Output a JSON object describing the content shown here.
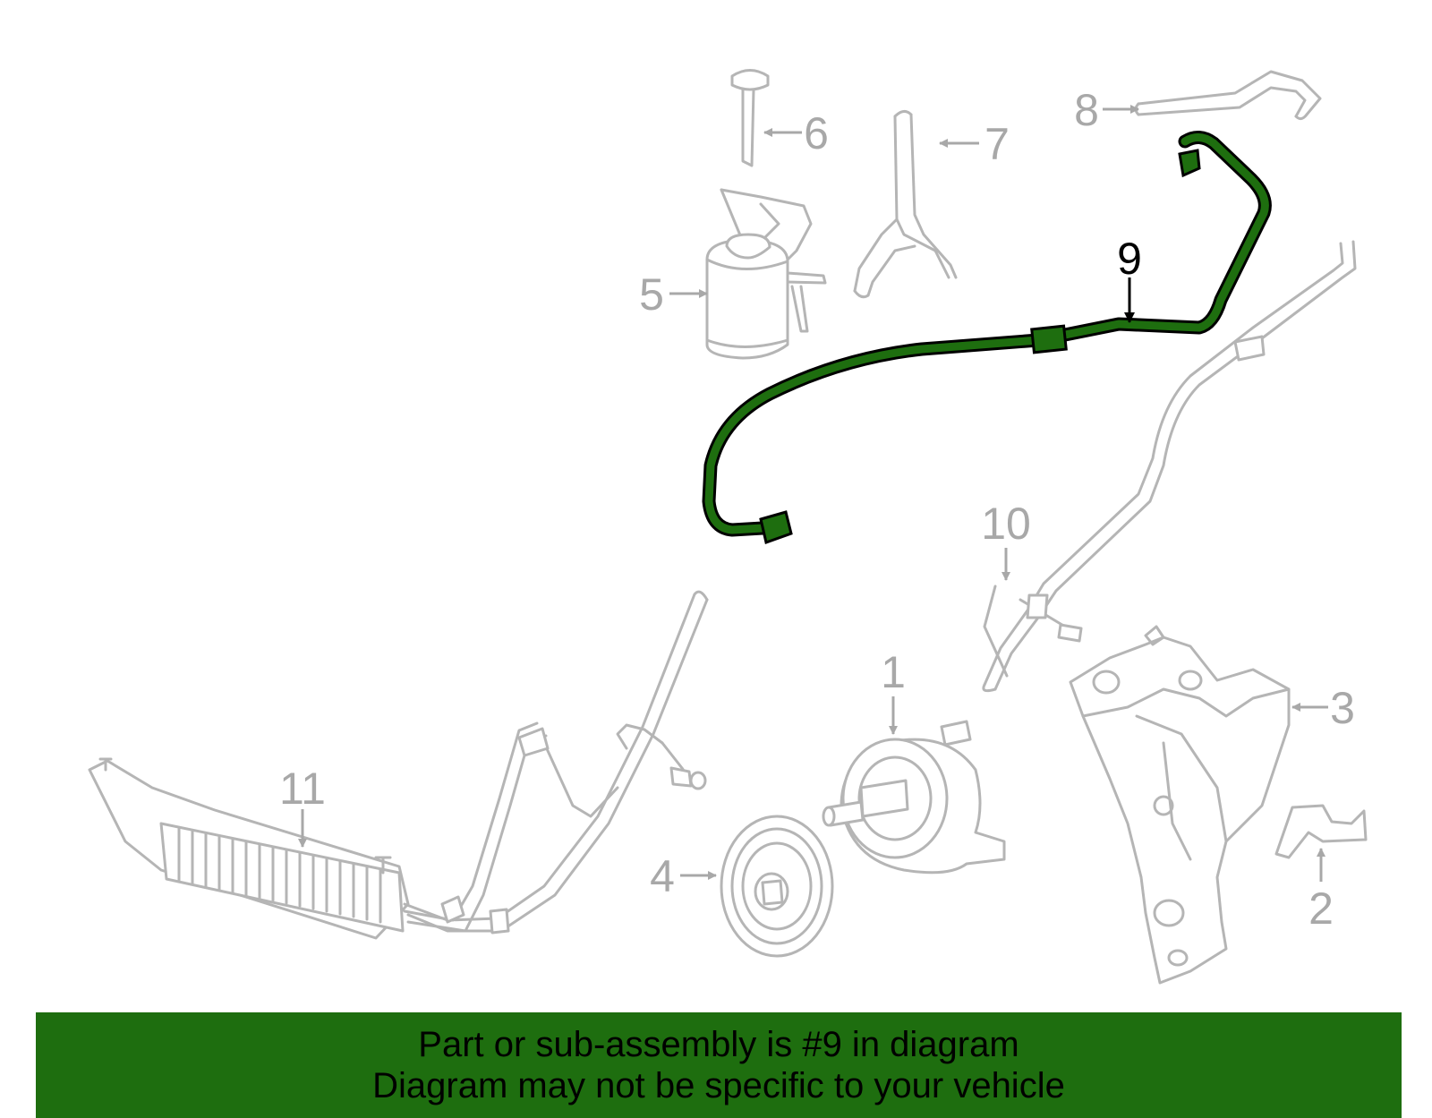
{
  "callouts": [
    {
      "id": 1,
      "label": "1"
    },
    {
      "id": 2,
      "label": "2"
    },
    {
      "id": 3,
      "label": "3"
    },
    {
      "id": 4,
      "label": "4"
    },
    {
      "id": 5,
      "label": "5"
    },
    {
      "id": 6,
      "label": "6"
    },
    {
      "id": 7,
      "label": "7"
    },
    {
      "id": 8,
      "label": "8"
    },
    {
      "id": 9,
      "label": "9"
    },
    {
      "id": 10,
      "label": "10"
    },
    {
      "id": 11,
      "label": "11"
    }
  ],
  "highlighted_part": "9",
  "colors": {
    "highlight": "#1e6e0f",
    "outline": "#b5b5b5",
    "banner": "#1e6e0f"
  },
  "banner": {
    "line1": "Part or sub-assembly is #9 in diagram",
    "line2": "Diagram may not be specific to your vehicle"
  }
}
